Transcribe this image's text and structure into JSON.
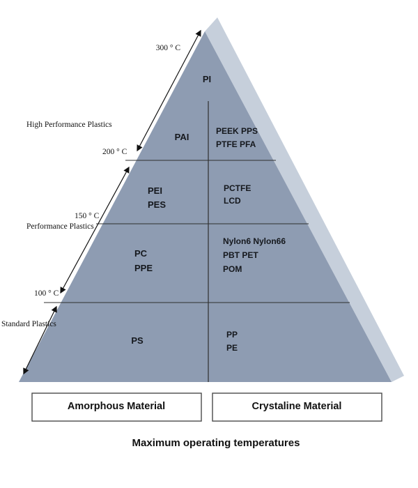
{
  "diagram": {
    "caption": "Maximum operating temperatures",
    "axis": {
      "t300": "300 ° C",
      "t200": "200 ° C",
      "t150": "150 ° C",
      "t100": "100 ° C"
    },
    "groups": {
      "high": "High Performance Plastics",
      "performance": "Performance Plastics",
      "standard": "Standard Plastics"
    },
    "materials": {
      "pi": "PI",
      "pai": "PAI",
      "peek_pps": "PEEK PPS",
      "ptfe_pfa": "PTFE PFA",
      "pei": "PEI",
      "pes": "PES",
      "pctfe": "PCTFE",
      "lcd": "LCD",
      "pc": "PC",
      "ppe": "PPE",
      "nylon": "Nylon6 Nylon66",
      "pbt_pet": "PBT PET",
      "pom": "POM",
      "ps": "PS",
      "pp": "PP",
      "pe": "PE"
    },
    "legend": {
      "amorphous": "Amorphous Material",
      "crystalline": "Crystaline Material"
    },
    "colors": {
      "pyramid_face": "#8e9cb2",
      "pyramid_side": "#c6cfdb",
      "line": "#2f2f2f",
      "text": "#111111"
    }
  }
}
